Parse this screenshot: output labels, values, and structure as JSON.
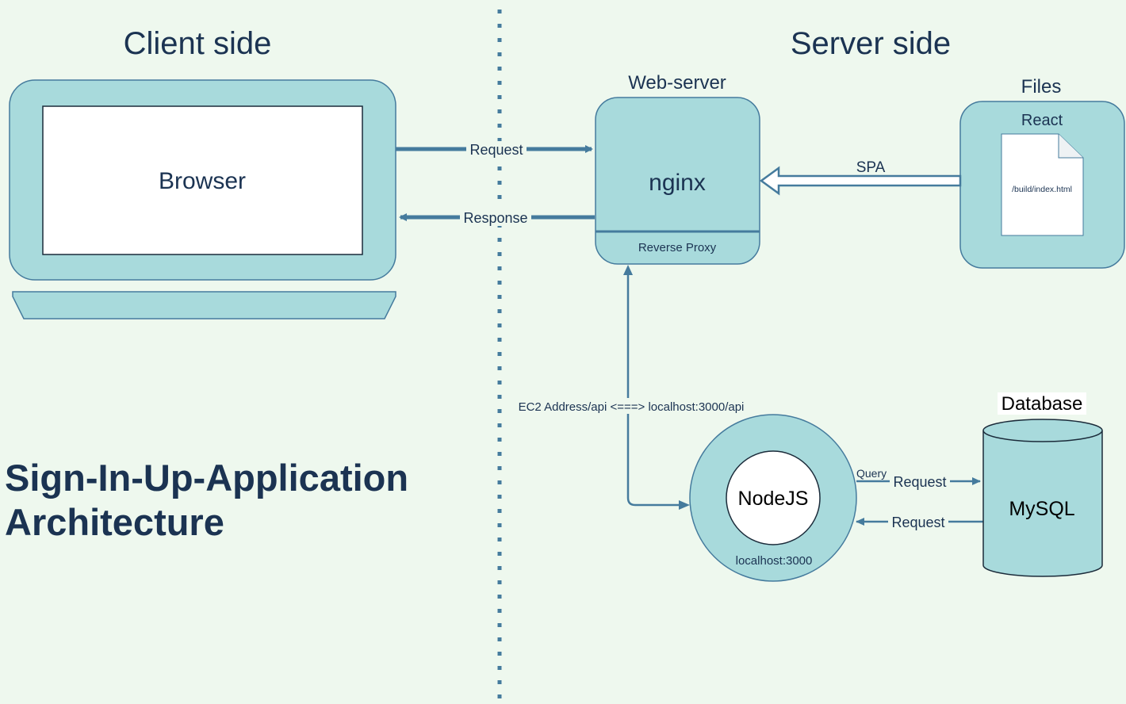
{
  "headings": {
    "client_side": "Client side",
    "server_side": "Server side"
  },
  "app_title": {
    "line1": "Sign-In-Up-Application",
    "line2": "Architecture"
  },
  "browser": {
    "label": "Browser"
  },
  "web_server": {
    "title": "Web-server",
    "name": "nginx",
    "subtitle": "Reverse Proxy"
  },
  "files": {
    "title": "Files",
    "app": "React",
    "file_path": "/build/index.html"
  },
  "connections": {
    "request": "Request",
    "response": "Response",
    "spa": "SPA",
    "api_mapping": "EC2 Address/api <===> localhost:3000/api",
    "query": "Query",
    "db_request_out": "Request",
    "db_request_in": "Request"
  },
  "node_server": {
    "name": "NodeJS",
    "address": "localhost:3000"
  },
  "database": {
    "title": "Database",
    "name": "MySQL"
  },
  "colors": {
    "background": "#eef8ee",
    "box_fill": "#a8dadc",
    "box_stroke": "#457b9d",
    "arrow": "#457b9d",
    "text": "#1b3352"
  }
}
